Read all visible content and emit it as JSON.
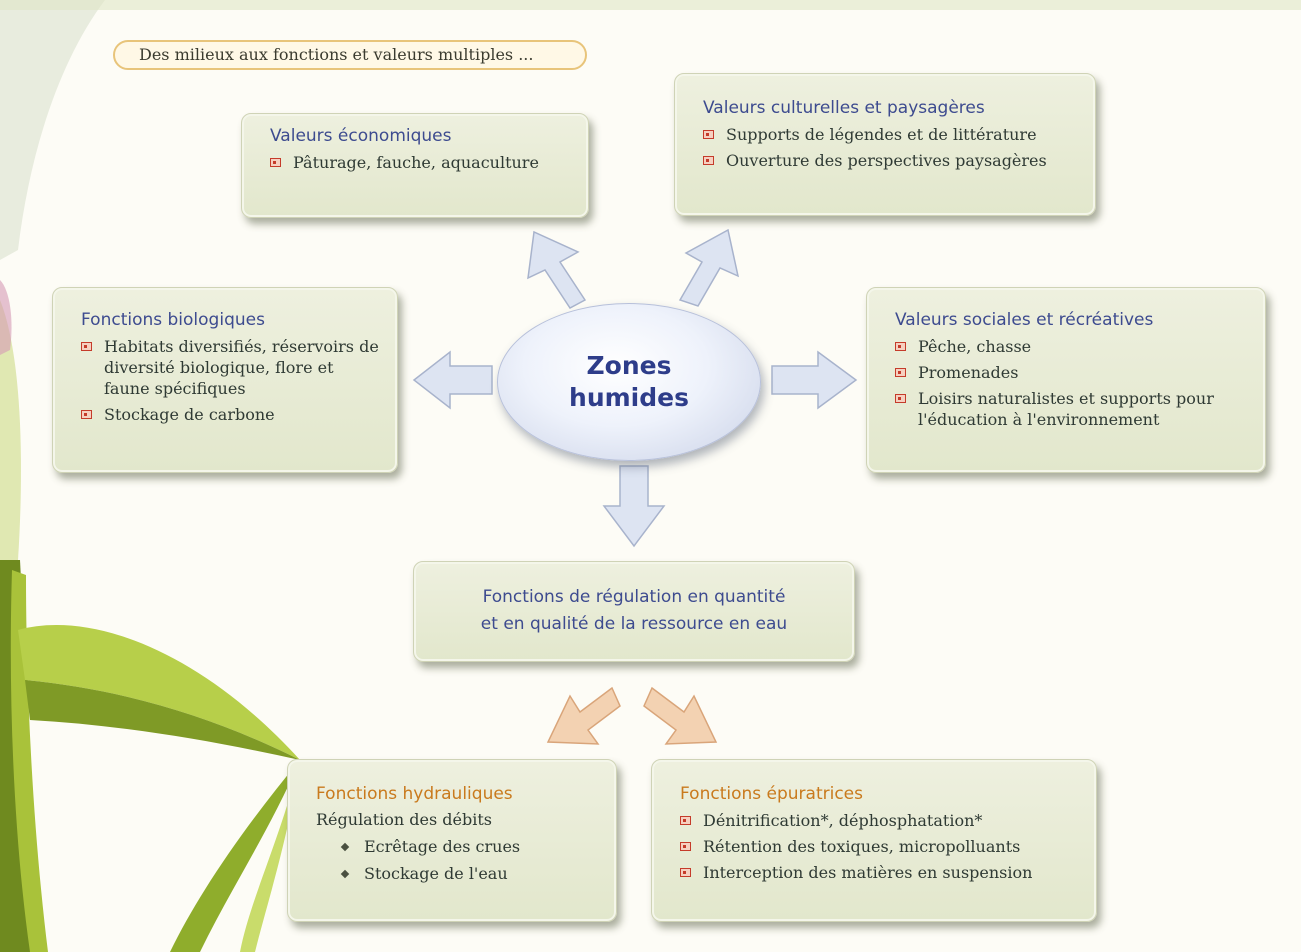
{
  "header": {
    "label": "Des milieux aux fonctions et valeurs multiples ..."
  },
  "center": {
    "line1": "Zones",
    "line2": "humides"
  },
  "boxes": {
    "economic": {
      "title": "Valeurs économiques",
      "items": [
        "Pâturage, fauche, aquaculture"
      ]
    },
    "cultural": {
      "title": "Valeurs culturelles et paysagères",
      "items": [
        "Supports de légendes et de littérature",
        "Ouverture des perspectives paysagères"
      ]
    },
    "biological": {
      "title": "Fonctions biologiques",
      "items": [
        "Habitats diversifiés, réservoirs de diversité biologique, flore et faune spécifiques",
        "Stockage de carbone"
      ]
    },
    "social": {
      "title": "Valeurs sociales et récréatives",
      "items": [
        "Pêche, chasse",
        "Promenades",
        "Loisirs naturalistes et supports pour l'éducation à l'environnement"
      ]
    },
    "regulation": {
      "line1": "Fonctions de régulation en quantité",
      "line2": "et en qualité de la ressource en eau"
    },
    "hydraulic": {
      "title": "Fonctions hydrauliques",
      "subtitle": "Régulation des débits",
      "items": [
        "Ecrêtage des crues",
        "Stockage de l'eau"
      ]
    },
    "purifying": {
      "title": "Fonctions épuratrices",
      "items": [
        "Dénitrification*, déphosphatation*",
        "Rétention des toxiques, micropolluants",
        "Interception des matières en suspension"
      ]
    }
  },
  "colors": {
    "title_blue": "#3d4b8f",
    "title_orange": "#c97a1d",
    "box_fill": "#e6eacf",
    "arrow_blue": "#dde4f2",
    "arrow_orange": "#f3d2b2",
    "bullet_red": "#c53b2a"
  }
}
